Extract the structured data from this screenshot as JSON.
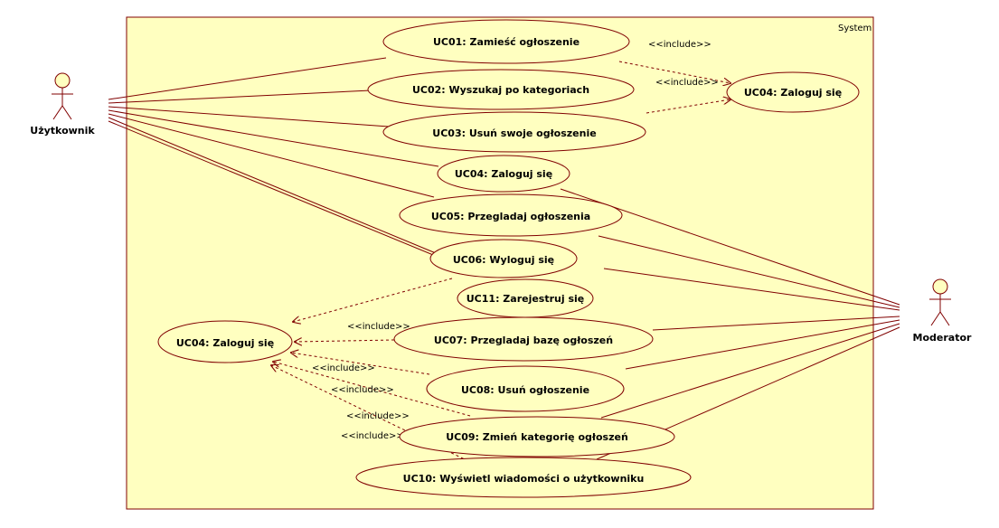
{
  "system": {
    "label": "System"
  },
  "actors": {
    "user": "Użytkownik",
    "moderator": "Moderator"
  },
  "use_cases": {
    "uc01": "UC01: Zamieść ogłoszenie",
    "uc02": "UC02: Wyszukaj po kategoriach",
    "uc03": "UC03: Usuń swoje ogłoszenie",
    "uc04_right": "UC04: Zaloguj się",
    "uc04": "UC04: Zaloguj się",
    "uc05": "UC05: Przegladaj ogłoszenia",
    "uc06": "UC06: Wyloguj się",
    "uc11": "UC11: Zarejestruj się",
    "uc04_left": "UC04: Zaloguj się",
    "uc07": "UC07: Przegladaj bazę ogłoszeń",
    "uc08": "UC08: Usuń ogłoszenie",
    "uc09": "UC09: Zmień kategorię ogłoszeń",
    "uc10": "UC10: Wyświetl wiadomości o użytkowniku"
  },
  "include_labels": {
    "inc1": "<<include>>",
    "inc2": "<<include>>",
    "inc3": "<<include>>",
    "inc4": "<<include>>",
    "inc5": "<<include>>",
    "inc6": "<<include>>",
    "inc7": "<<include>>"
  },
  "colors": {
    "system_fill": "#ffffc0",
    "stroke": "#800000",
    "actor_head": "#ffffc0"
  }
}
